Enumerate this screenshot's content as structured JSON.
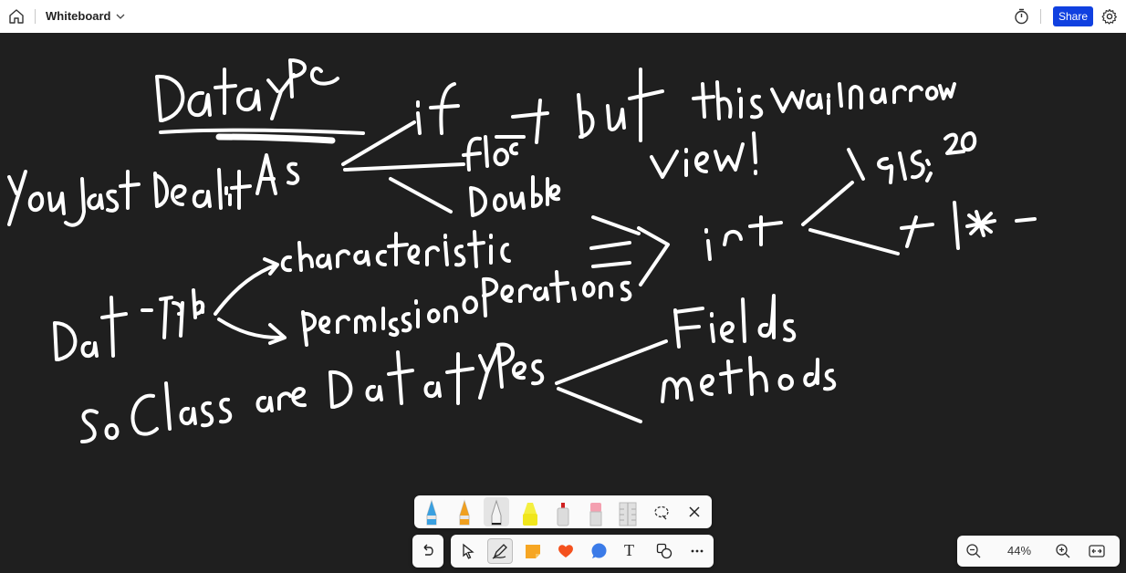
{
  "app": {
    "title": "Whiteboard",
    "share_label": "Share"
  },
  "zoom": {
    "level": "44%"
  },
  "pen_tray": {
    "items": [
      "pen-blue",
      "pencil-orange",
      "pen-white",
      "highlighter-yellow",
      "marker-red",
      "eraser-pink",
      "ruler",
      "lasso-select",
      "close"
    ]
  },
  "toolbar": {
    "items": [
      "undo",
      "select",
      "inking",
      "sticky-note",
      "reactions",
      "comment",
      "text",
      "shapes",
      "more"
    ]
  },
  "colors": {
    "share": "#1040e0",
    "canvas": "#1f1f1f",
    "ink": "#ffffff"
  }
}
